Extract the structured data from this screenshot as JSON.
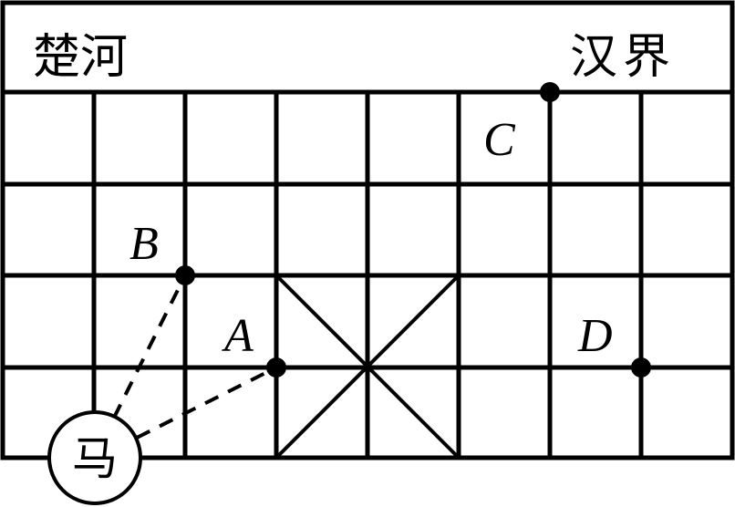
{
  "river": {
    "left_text": "楚河",
    "right_text": "汉界"
  },
  "board": {
    "columns": 8,
    "rows": 4,
    "cell_size": 100,
    "line_color": "#000000",
    "background": "#ffffff"
  },
  "piece": {
    "label": "马",
    "grid_position": [
      1,
      4
    ]
  },
  "points": [
    {
      "label": "A",
      "grid_position": [
        3,
        3
      ]
    },
    {
      "label": "B",
      "grid_position": [
        2,
        2
      ]
    },
    {
      "label": "C",
      "grid_position": [
        6,
        0
      ]
    },
    {
      "label": "D",
      "grid_position": [
        7,
        3
      ]
    }
  ],
  "dashed_paths": [
    {
      "from": "马",
      "to": "A"
    },
    {
      "from": "马",
      "to": "B"
    }
  ]
}
